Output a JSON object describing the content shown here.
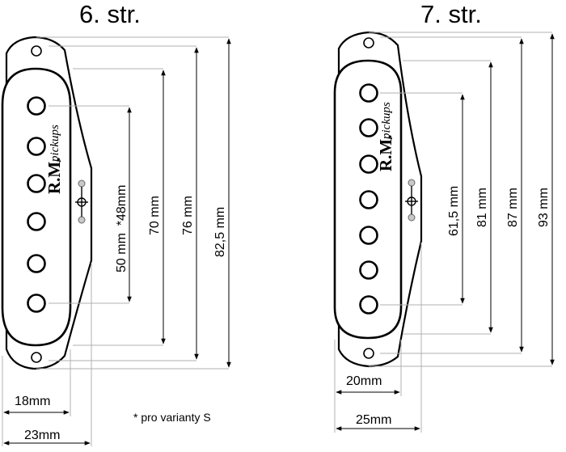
{
  "diagrams": [
    {
      "title": "6. str.",
      "brand": "R.M.",
      "brand_small": "pickups",
      "vertical_dims": [
        "50 mm  *48mm",
        "70 mm",
        "76 mm",
        "82,5 mm"
      ],
      "horizontal_dims": [
        "18mm",
        "23mm"
      ],
      "note": "* pro varianty S"
    },
    {
      "title": "7. str.",
      "brand": "R.M.",
      "brand_small": "pickups",
      "vertical_dims": [
        "61,5 mm",
        "81 mm",
        "87 mm",
        "93 mm"
      ],
      "horizontal_dims": [
        "20mm",
        "25mm"
      ]
    }
  ]
}
